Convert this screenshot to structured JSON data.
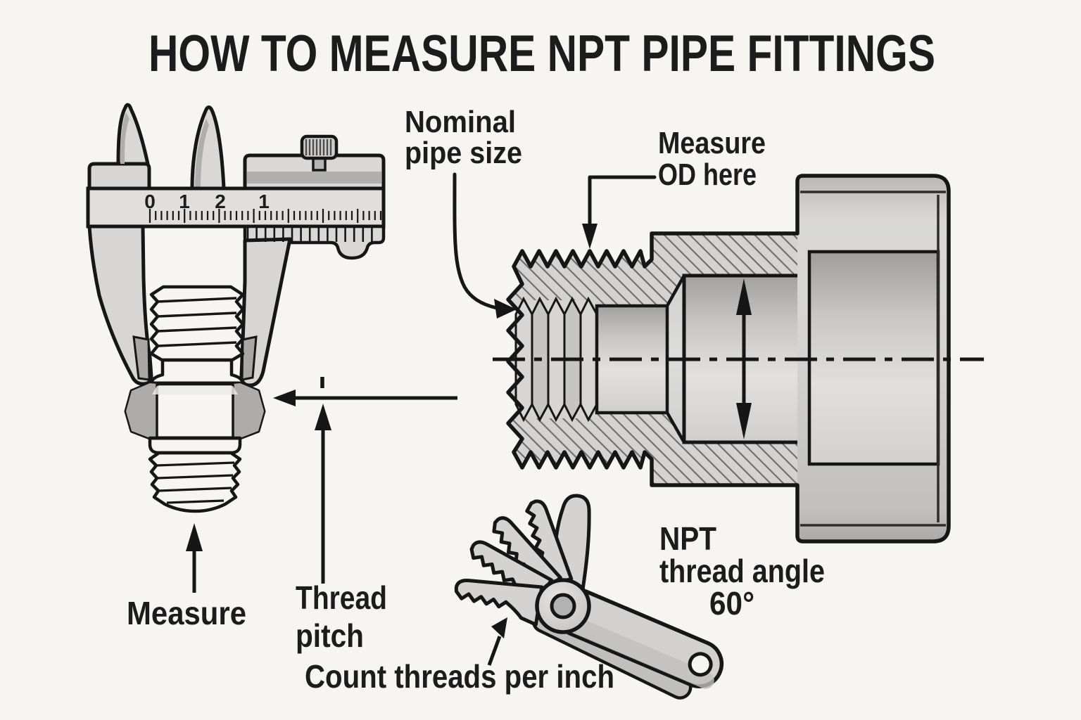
{
  "title": "HOW TO MEASURE NPT PIPE FITTINGS",
  "caliper": {
    "scale_numbers": [
      "0",
      "1",
      "2",
      "1"
    ]
  },
  "annotations": {
    "nominal": {
      "line1": "Nominal",
      "line2": "pipe size"
    },
    "measure_od": {
      "line1": "Measure",
      "line2": "OD here"
    },
    "measure": "Measure",
    "thread_pitch": {
      "line1": "Thread",
      "line2": "pitch"
    },
    "count_tpi": "Count threads per inch",
    "npt_angle": {
      "line1": "NPT",
      "line2": "thread angle",
      "line3": "60°"
    }
  },
  "colors": {
    "background": "#f6f5f2",
    "outline": "#161616",
    "metal_light": "#dcdbd9",
    "metal_mid": "#c2c1bf",
    "metal_dark": "#a5a4a2",
    "text": "#1c1c1c"
  }
}
